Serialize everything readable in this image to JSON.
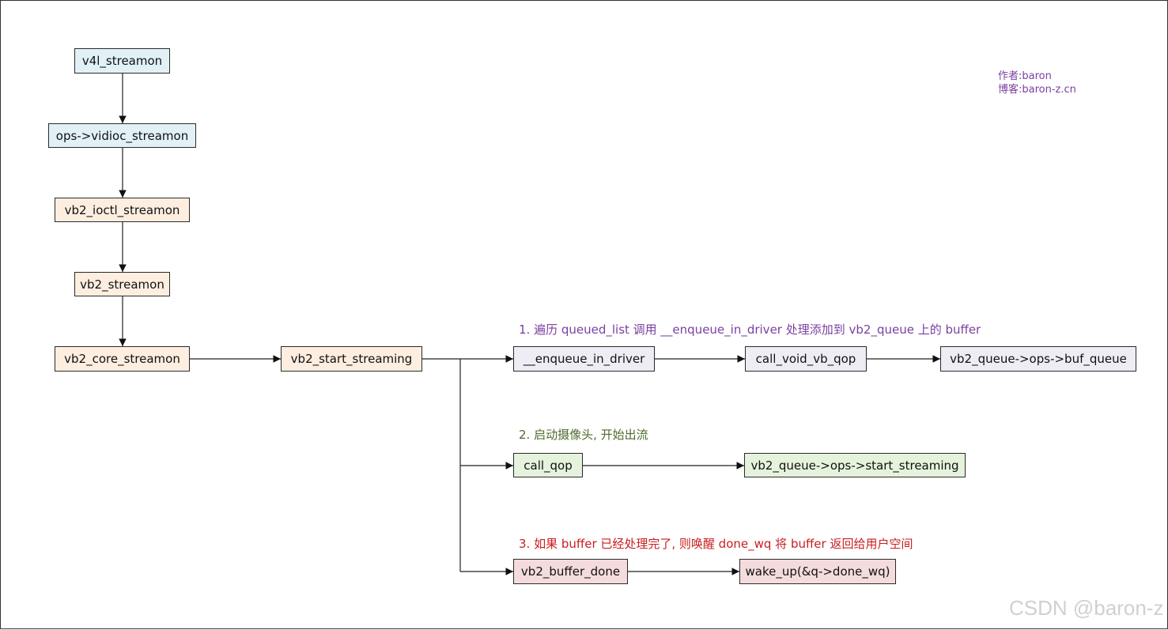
{
  "author": {
    "line1": "作者:baron",
    "line2": "博客:baron-z.cn"
  },
  "watermark": "CSDN @baron-z",
  "colors": {
    "blue": "#e1f1f6",
    "orange": "#fdeee0",
    "lavender": "#eeedf6",
    "green": "#e5f3dc",
    "red": "#f5dcdc",
    "note1": "#7b3fa0",
    "note2": "#4f6b2e",
    "note3": "#c81e1e"
  },
  "nodes": {
    "v4l_streamon": "v4l_streamon",
    "vidioc_streamon": "ops->vidioc_streamon",
    "vb2_ioctl_streamon": "vb2_ioctl_streamon",
    "vb2_streamon": "vb2_streamon",
    "vb2_core_streamon": "vb2_core_streamon",
    "vb2_start_streaming": "vb2_start_streaming",
    "enqueue_in_driver": "__enqueue_in_driver",
    "call_void_vb_qop": "call_void_vb_qop",
    "buf_queue": "vb2_queue->ops->buf_queue",
    "call_qop": "call_qop",
    "start_streaming": "vb2_queue->ops->start_streaming",
    "vb2_buffer_done": "vb2_buffer_done",
    "wake_up": "wake_up(&q->done_wq)"
  },
  "notes": {
    "step1": "1. 遍历 queued_list 调用 __enqueue_in_driver 处理添加到 vb2_queue 上的 buffer",
    "step2": "2. 启动摄像头, 开始出流",
    "step3": "3. 如果 buffer 已经处理完了, 则唤醒 done_wq 将 buffer 返回给用户空间"
  }
}
